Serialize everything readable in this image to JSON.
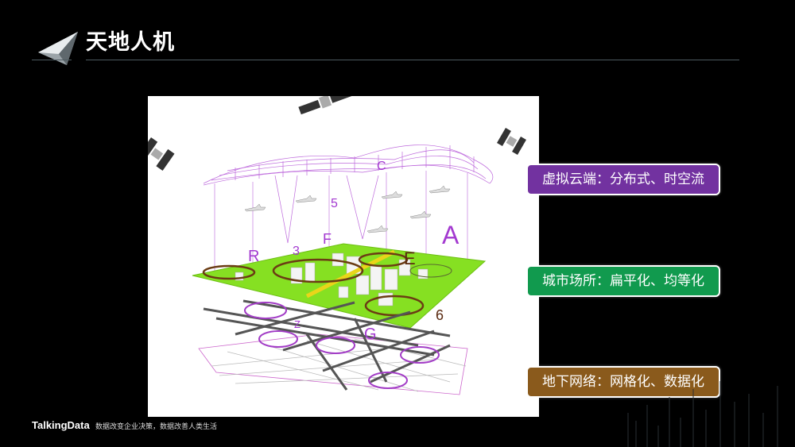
{
  "slide": {
    "title": "天地人机",
    "labels": [
      {
        "text": "虚拟云端：分布式、时空流",
        "color": "#7232a0"
      },
      {
        "text": "城市场所：扁平化、均等化",
        "color": "#119a4e"
      },
      {
        "text": "地下网络：网格化、数据化",
        "color": "#8a5a1c"
      }
    ],
    "diagram_letters": {
      "c": "C",
      "n5": "5",
      "f": "F",
      "a": "A",
      "r": "R",
      "n3": "3",
      "e": "E",
      "n6": "6",
      "z": "Z",
      "g": "G"
    }
  },
  "footer": {
    "brand": "TalkingData",
    "slogan": "数据改变企业决策，数据改善人类生活"
  }
}
